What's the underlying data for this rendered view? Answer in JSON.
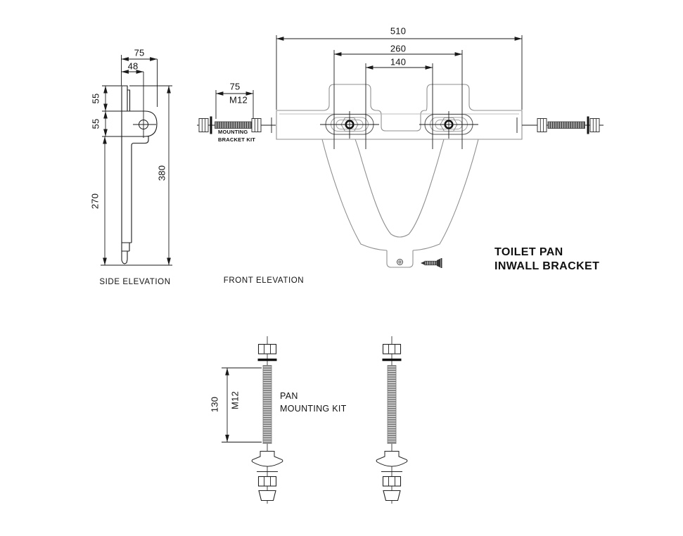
{
  "colors": {
    "background": "#ffffff",
    "ink": "#1a1a1a",
    "bracket_outline_gray": "#8f8f8f",
    "thread_fill": "#a8a8a8"
  },
  "title": {
    "line1": "TOILET PAN",
    "line2": "INWALL BRACKET"
  },
  "side_view": {
    "label": "SIDE ELEVATION",
    "dims": {
      "overall_width": "75",
      "hole_offset": "48",
      "upper_segment": "55",
      "lower_segment": "55",
      "lower_length": "270",
      "overall_height": "380"
    }
  },
  "front_view": {
    "label": "FRONT ELEVATION",
    "dims": {
      "overall_width": "510",
      "outer_bolt_spacing": "260",
      "inner_bolt_spacing": "140",
      "bolt_length": "75",
      "bolt_thread": "M12"
    },
    "mounting_kit_callout": {
      "line1": "MOUNTING",
      "line2": "BRACKET KIT"
    }
  },
  "pan_kit": {
    "label_line1": "PAN",
    "label_line2": "MOUNTING KIT",
    "dims": {
      "bolt_length": "130",
      "bolt_thread": "M12"
    }
  },
  "icons": {
    "screw": "screw-icon",
    "wall_bolt": "bolt-icon",
    "dome_washer": "dome-washer-icon"
  }
}
